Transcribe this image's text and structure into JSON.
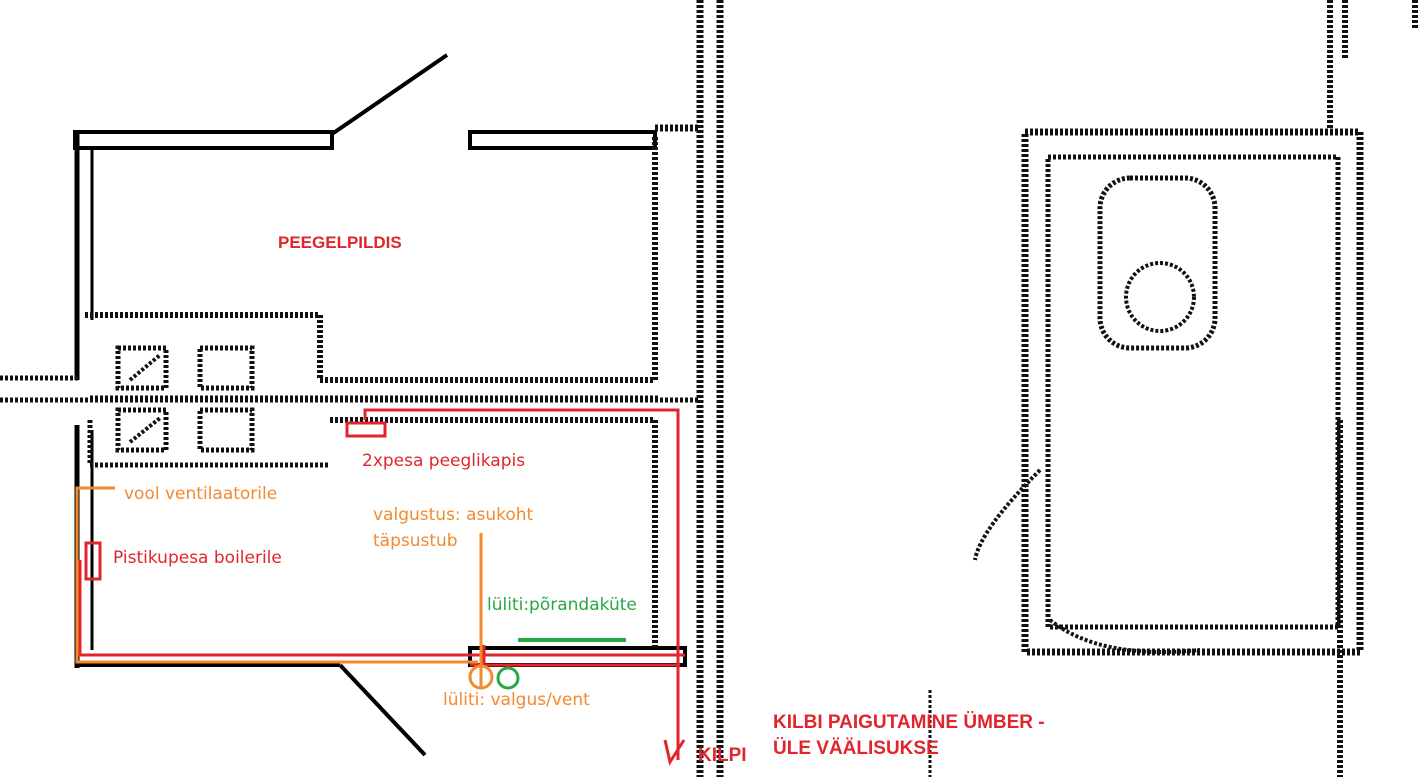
{
  "colors": {
    "power": "#e0262c",
    "lighting": "#f28a2e",
    "floor_heating": "#27a844",
    "walls": "#000000"
  },
  "labels": {
    "mirror": "PEEGELPILDIS",
    "mirror_cabinet_sockets": "2xpesa peeglikapis",
    "fan_power": "vool ventilaatorile",
    "lighting_line1": "valgustus: asukoht",
    "lighting_line2": "täpsustub",
    "boiler_socket": "Pistikupesa boilerile",
    "floor_heating_switch": "lüliti:põrandaküte",
    "light_fan_switch": "lüliti: valgus/vent",
    "to_panel": "KILPI",
    "panel_move_line1": "KILBI PAIGUTAMINE ÜMBER -",
    "panel_move_line2": "ÜLE VÄÄLISUKSE"
  }
}
